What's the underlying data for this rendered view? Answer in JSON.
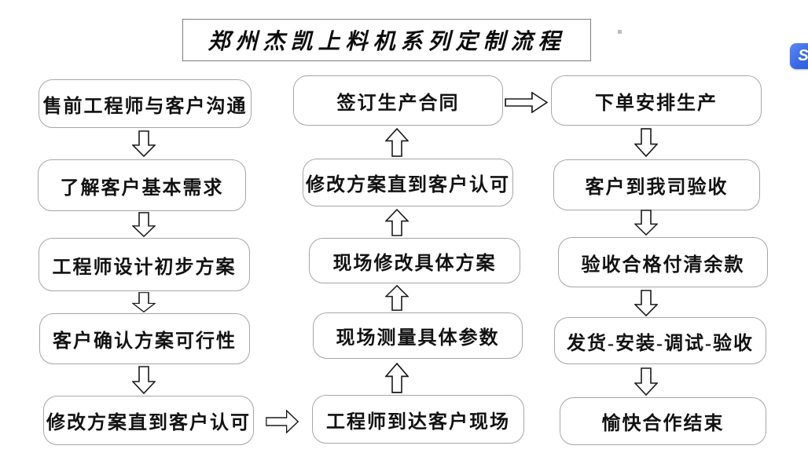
{
  "title": {
    "text": "郑州杰凯上料机系列定制流程"
  },
  "flow": {
    "left": [
      "售前工程师与客户沟通",
      "了解客户基本需求",
      "工程师设计初步方案",
      "客户确认方案可行性",
      "修改方案直到客户认可"
    ],
    "middle": [
      "签订生产合同",
      "修改方案直到客户认可",
      "现场修改具体方案",
      "现场测量具体参数",
      "工程师到达客户现场"
    ],
    "right": [
      "下单安排生产",
      "客户到我司验收",
      "验收合格付清余款",
      "发货-安装-调试-验收",
      "愉快合作结束"
    ]
  },
  "overlay": {
    "badge_glyph": "S"
  },
  "colors": {
    "node_border": "#a6a6a6",
    "title_border": "#7e7e7e",
    "arrow_outline": "#1a1a1a",
    "text": "#121212",
    "badge_blue": "#3565e6",
    "background": "#ffffff"
  }
}
